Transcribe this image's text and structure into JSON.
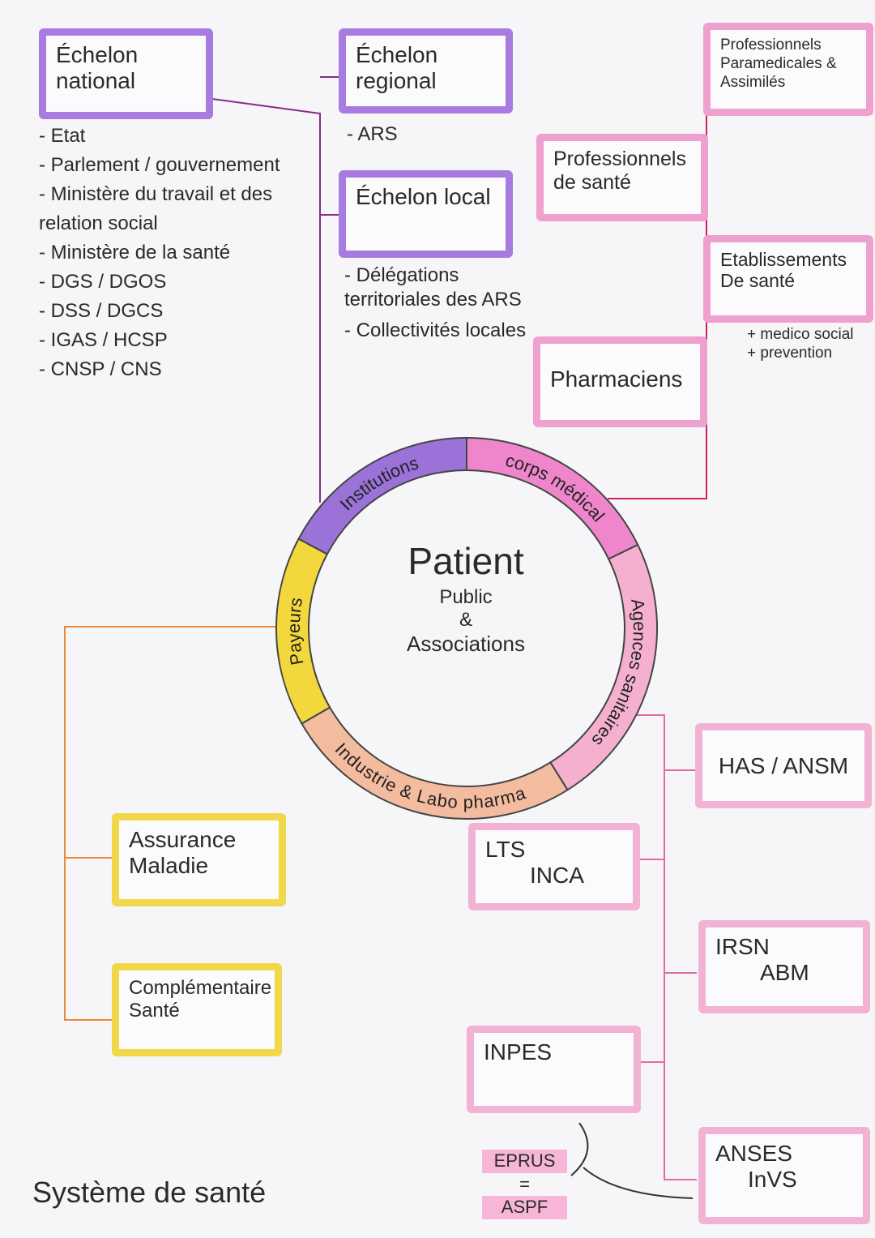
{
  "title": "Système de santé",
  "center": {
    "title": "Patient",
    "line1": "Public",
    "line2": "&",
    "line3": "Associations"
  },
  "ring": [
    {
      "label": "Institutions",
      "color": "#9b72d8"
    },
    {
      "label": "corps médical",
      "color": "#ef86cc"
    },
    {
      "label": "Agences sanitaires",
      "color": "#f5b0cf"
    },
    {
      "label": "Industrie & Labo pharma",
      "color": "#f4bc9e"
    },
    {
      "label": "Payeurs",
      "color": "#f2d83c"
    }
  ],
  "institutions": {
    "national": {
      "title": "Échelon national",
      "items": [
        "- Etat",
        "- Parlement / gouvernement",
        "- Ministère du travail et des relation social",
        "- Ministère de la santé",
        "- DGS / DGOS",
        "- DSS / DGCS",
        "- IGAS / HCSP",
        "- CNSP / CNS"
      ]
    },
    "regional": {
      "title": "Échelon regional",
      "items": [
        "- ARS"
      ]
    },
    "local": {
      "title": "Échelon local",
      "items": [
        "- Délégations territoriales des ARS",
        "- Collectivités locales"
      ]
    }
  },
  "corps_medical": {
    "paramedical": "Professionnels Paramedicales & Assimilés",
    "professionnels": "Professionnels de santé",
    "etablissements": "Etablissements De santé",
    "etablissements_note1": "+ medico social",
    "etablissements_note2": "+ prevention",
    "pharmaciens": "Pharmaciens"
  },
  "agences": {
    "has": "HAS / ANSM",
    "lts": "LTS",
    "inca": "INCA",
    "irsn": "IRSN",
    "abm": "ABM",
    "inpes": "INPES",
    "anses": "ANSES",
    "invs": "InVS",
    "eprus": "EPRUS",
    "equals": "=",
    "aspf": "ASPF"
  },
  "payeurs": {
    "assurance": "Assurance Maladie",
    "complementaire": "Complémentaire Santé"
  }
}
